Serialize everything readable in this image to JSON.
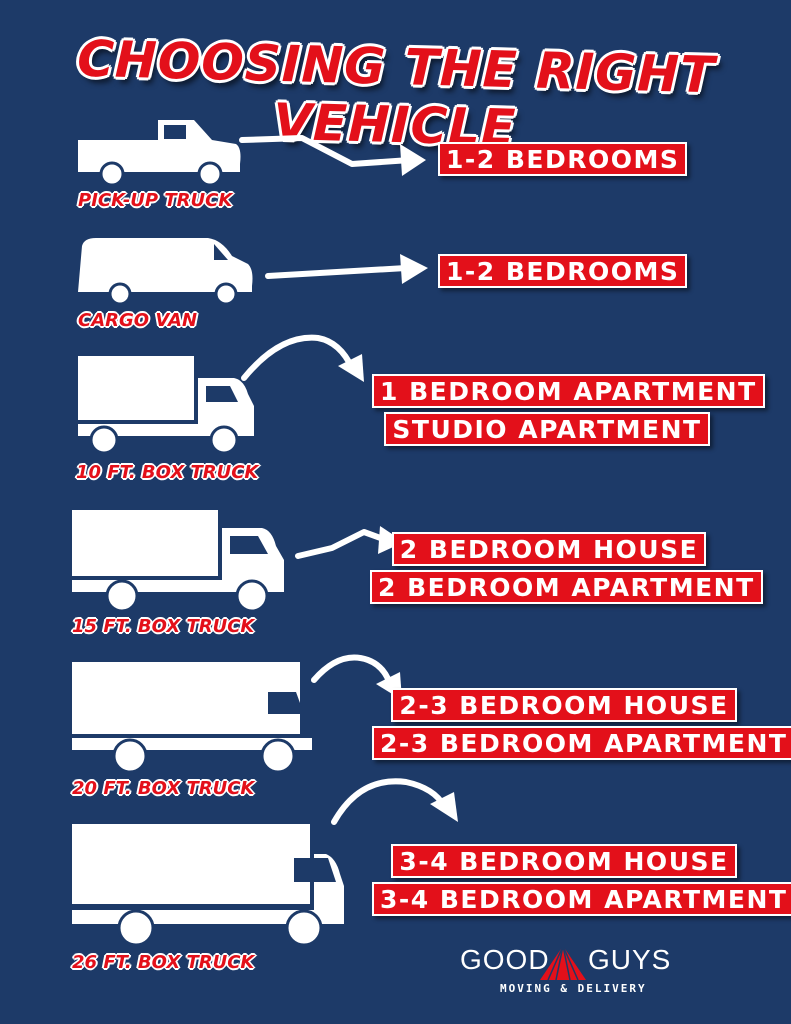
{
  "title": "CHOOSING THE RIGHT VEHICLE",
  "vehicles": [
    {
      "label": "PICK-UP TRUCK",
      "icon": "pickup-truck-icon",
      "rooms": [
        "1-2 BEDROOMS"
      ]
    },
    {
      "label": "CARGO VAN",
      "icon": "cargo-van-icon",
      "rooms": [
        "1-2 BEDROOMS"
      ]
    },
    {
      "label": "10 FT. BOX TRUCK",
      "icon": "box-truck-icon",
      "rooms": [
        "1 BEDROOM APARTMENT",
        "STUDIO APARTMENT"
      ]
    },
    {
      "label": "15 FT. BOX TRUCK",
      "icon": "box-truck-icon",
      "rooms": [
        "2 BEDROOM HOUSE",
        "2 BEDROOM APARTMENT"
      ]
    },
    {
      "label": "20 FT. BOX TRUCK",
      "icon": "box-truck-icon",
      "rooms": [
        "2-3 BEDROOM HOUSE",
        "2-3 BEDROOM APARTMENT"
      ]
    },
    {
      "label": "26 FT. BOX TRUCK",
      "icon": "box-truck-icon",
      "rooms": [
        "3-4 BEDROOM HOUSE",
        "3-4 BEDROOM APARTMENT"
      ]
    }
  ],
  "logo": {
    "left_word": "GOOD",
    "right_word": "GUYS",
    "tagline": "MOVING & DELIVERY",
    "icon": "tent-logo-icon"
  },
  "colors": {
    "background": "#1d3a68",
    "accent": "#e3101a",
    "text": "#ffffff"
  }
}
